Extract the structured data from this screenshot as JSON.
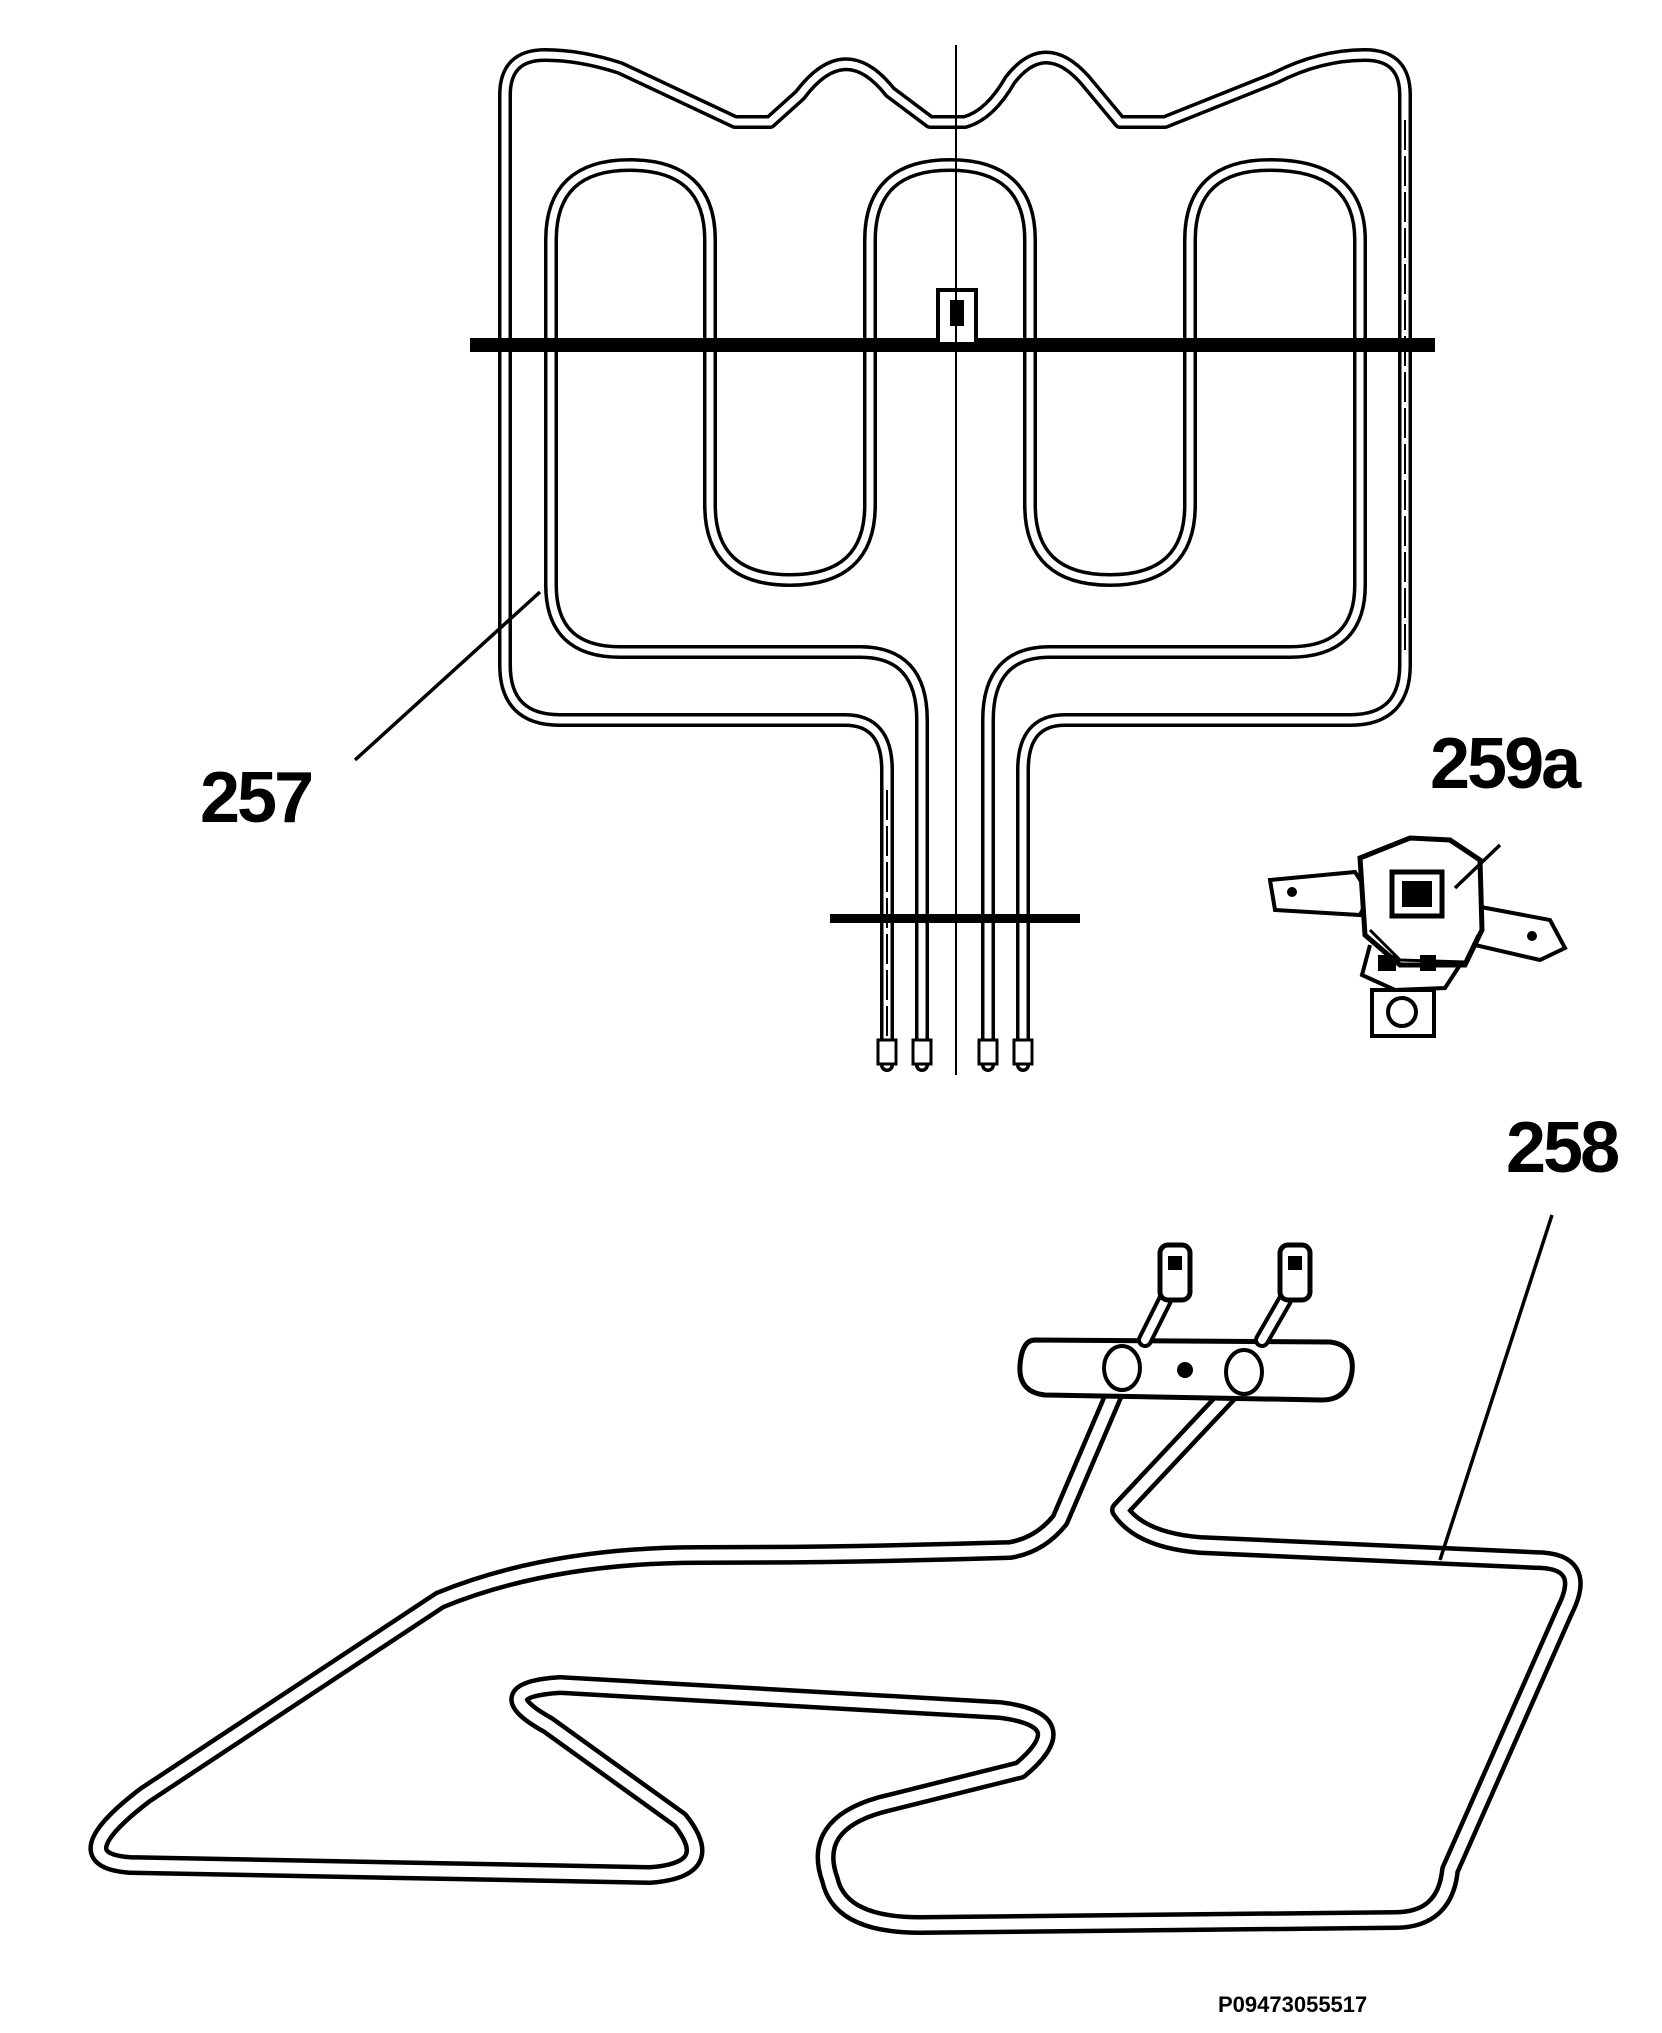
{
  "callouts": {
    "grill_element": "257",
    "thermostat": "259a",
    "bottom_element": "258"
  },
  "drawing_id": "P09473055517"
}
